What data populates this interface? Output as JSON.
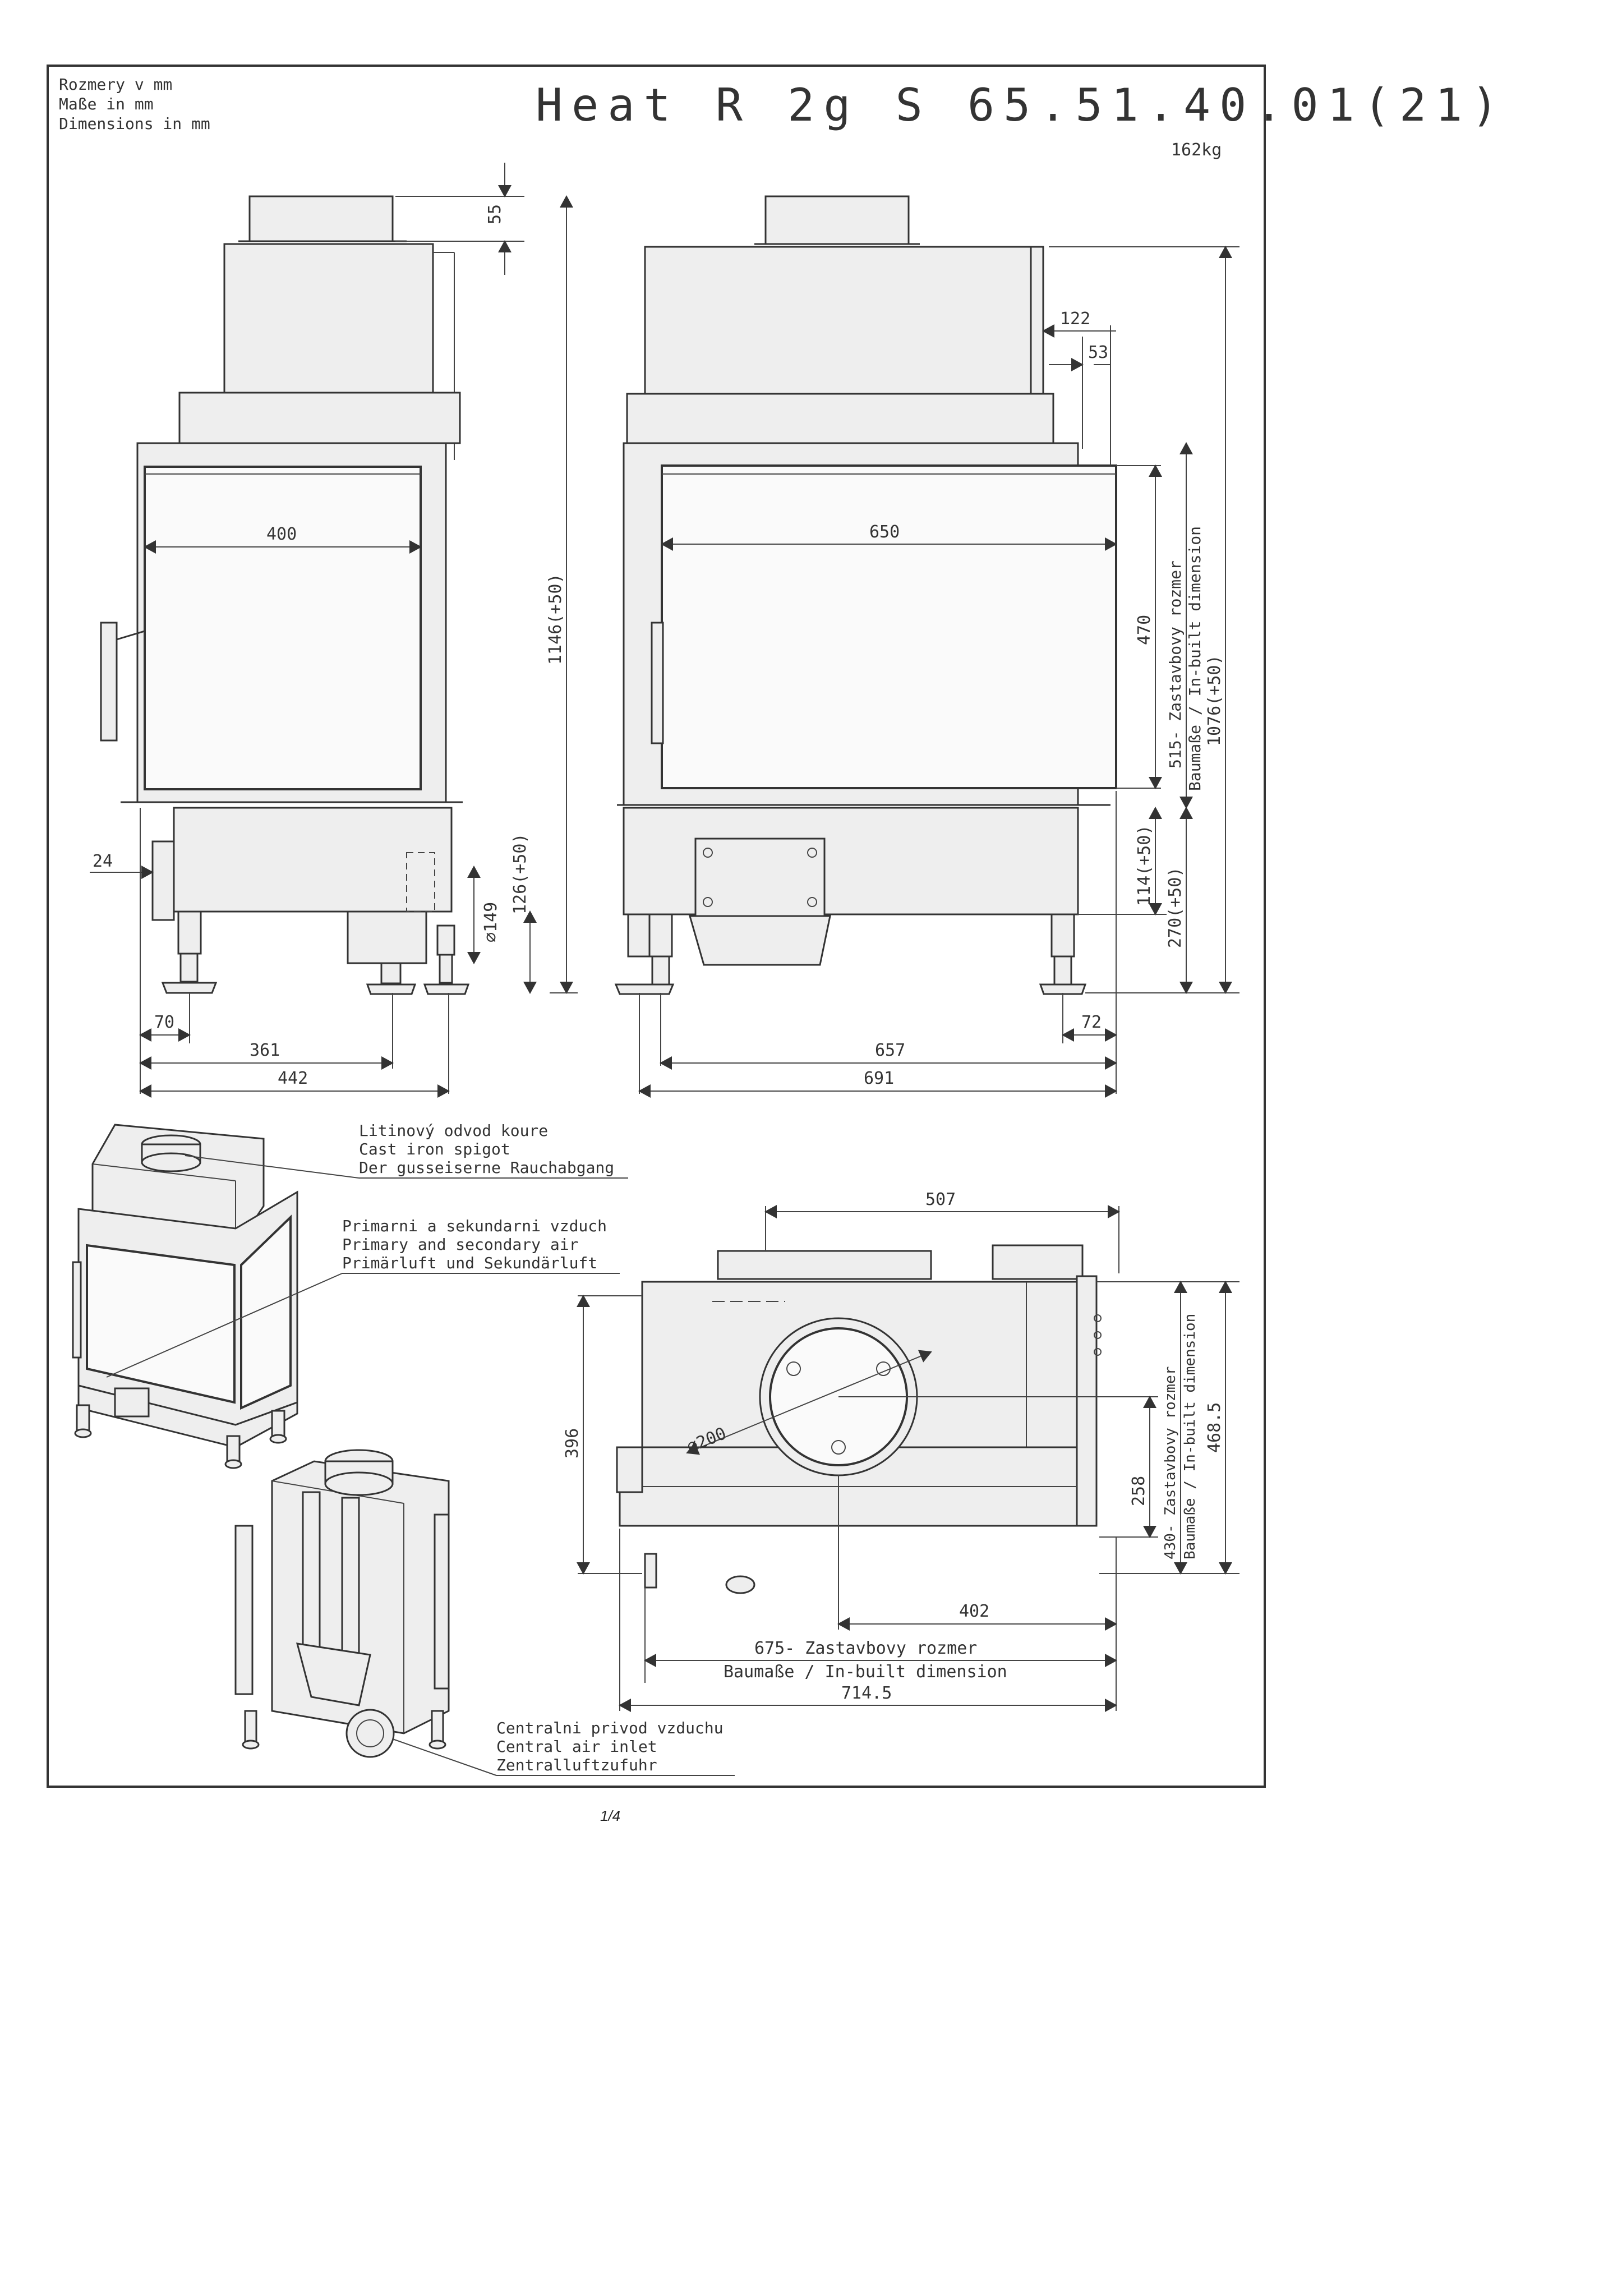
{
  "units_label": [
    "Rozmery v mm",
    "Maße in mm",
    "Dimensions in mm"
  ],
  "title": "Heat R 2g S 65.51.40.01(21)",
  "weight": "162kg",
  "front_view": {
    "dims": {
      "d55": "55",
      "d1146": "1146(+50)",
      "d400": "400",
      "d24": "24",
      "d149": "∅149",
      "d126": "126(+50)",
      "d70": "70",
      "d361": "361",
      "d442": "442"
    }
  },
  "side_view": {
    "dims": {
      "d122": "122",
      "d53": "53",
      "d650": "650",
      "d470": "470",
      "d515": "515- Zastavbovy rozmer",
      "d515b": "Baumaße / In-built dimension",
      "d1076": "1076(+50)",
      "d114": "114(+50)",
      "d270": "270(+50)",
      "d72": "72",
      "d657": "657",
      "d691": "691"
    }
  },
  "top_view": {
    "dims": {
      "d507": "507",
      "d396": "396",
      "d200": "∅200",
      "d258": "258",
      "d430a": "430- Zastavbovy rozmer",
      "d430b": "Baumaße / In-built dimension",
      "d4685": "468.5",
      "d402": "402",
      "d675a": "675- Zastavbovy rozmer",
      "d675b": "Baumaße / In-built dimension",
      "d7145": "714.5"
    }
  },
  "callouts": {
    "spigot": [
      "Litinový odvod koure",
      "Cast iron spigot",
      "Der gusseiserne Rauchabgang"
    ],
    "air": [
      "Primarni a sekundarni vzduch",
      "Primary and secondary air",
      "Primärluft und Sekundärluft"
    ],
    "central": [
      "Centralni privod vzduchu",
      "Central air inlet",
      "Zentralluftzufuhr"
    ]
  },
  "page_number": "1/4"
}
